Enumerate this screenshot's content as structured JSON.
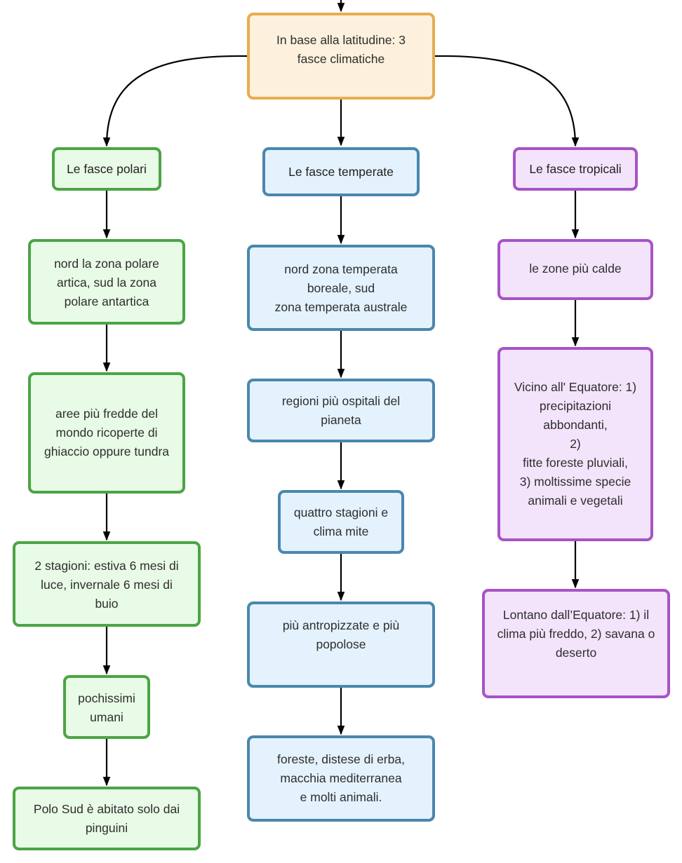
{
  "root": {
    "text": "In base alla latitudine: 3\nfasce climatiche"
  },
  "polar": {
    "title": "Le fasce polari",
    "items": [
      "nord la zona polare\nartica, sud la zona\npolare antartica",
      "aree più fredde del\nmondo ricoperte di\nghiaccio oppure tundra",
      "2 stagioni: estiva 6 mesi di\nluce, invernale 6 mesi di\nbuio",
      "pochissimi\numani",
      "Polo Sud è abitato solo dai\npinguini"
    ]
  },
  "temperate": {
    "title": "Le fasce temperate",
    "items": [
      "nord zona temperata\nboreale, sud\nzona temperata australe",
      "regioni più ospitali del\npianeta",
      "quattro stagioni e\nclima mite",
      "più antropizzate e più\npopolose",
      "foreste, distese di erba,\nmacchia mediterranea\ne molti animali."
    ]
  },
  "tropical": {
    "title": "Le fasce tropicali",
    "items": [
      "le zone più calde",
      "Vicino all' Equatore: 1)\nprecipitazioni\nabbondanti,\n2)\nfitte foreste pluviali,\n3) moltissime specie\nanimali e vegetali",
      "Lontano dall’Equatore: 1) il\nclima più freddo, 2) savana o\ndeserto"
    ]
  },
  "colors": {
    "polar_fill": "#e8fbe6",
    "polar_border": "#4ca445",
    "temperate_fill": "#e4f2fd",
    "temperate_border": "#4a87ad",
    "tropical_fill": "#f4e4fb",
    "tropical_border": "#a753c7",
    "root_fill": "#fdf1de",
    "root_border": "#e8ac50",
    "connector": "#000000"
  }
}
